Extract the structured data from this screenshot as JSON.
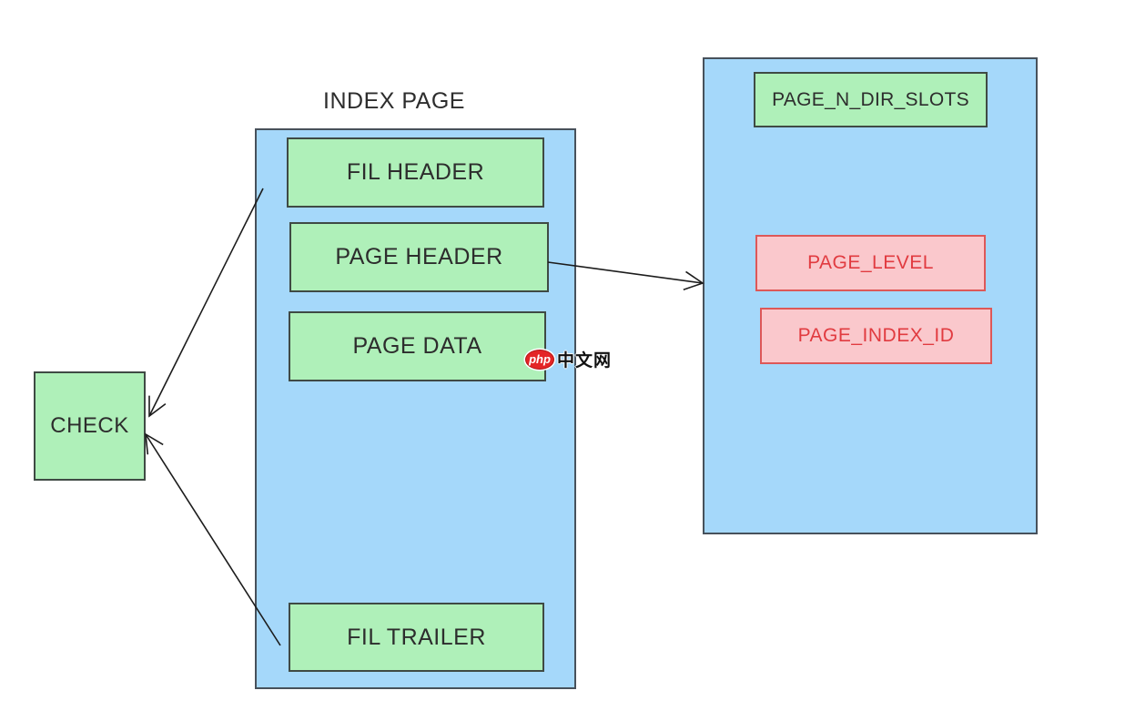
{
  "title": "INDEX PAGE",
  "boxes": {
    "check": "CHECK",
    "fil_header": "FIL HEADER",
    "page_header": "PAGE HEADER",
    "page_data": "PAGE DATA",
    "fil_trailer": "FIL TRAILER",
    "page_n_dir_slots": "PAGE_N_DIR_SLOTS",
    "page_level": "PAGE_LEVEL",
    "page_index_id": "PAGE_INDEX_ID"
  },
  "watermark": {
    "badge": "php",
    "text": "中文网"
  },
  "colors": {
    "green_fill": "#aff0b9",
    "green_border": "#3f4a44",
    "blue_fill": "#a5d8fa",
    "blue_border": "#47515b",
    "pink_fill": "#fac8cc",
    "pink_border": "#dd5858",
    "red_text": "#e13b40",
    "dark_text": "#2d2d2d",
    "line": "#1c1c1c",
    "watermark_red": "#e42527"
  }
}
